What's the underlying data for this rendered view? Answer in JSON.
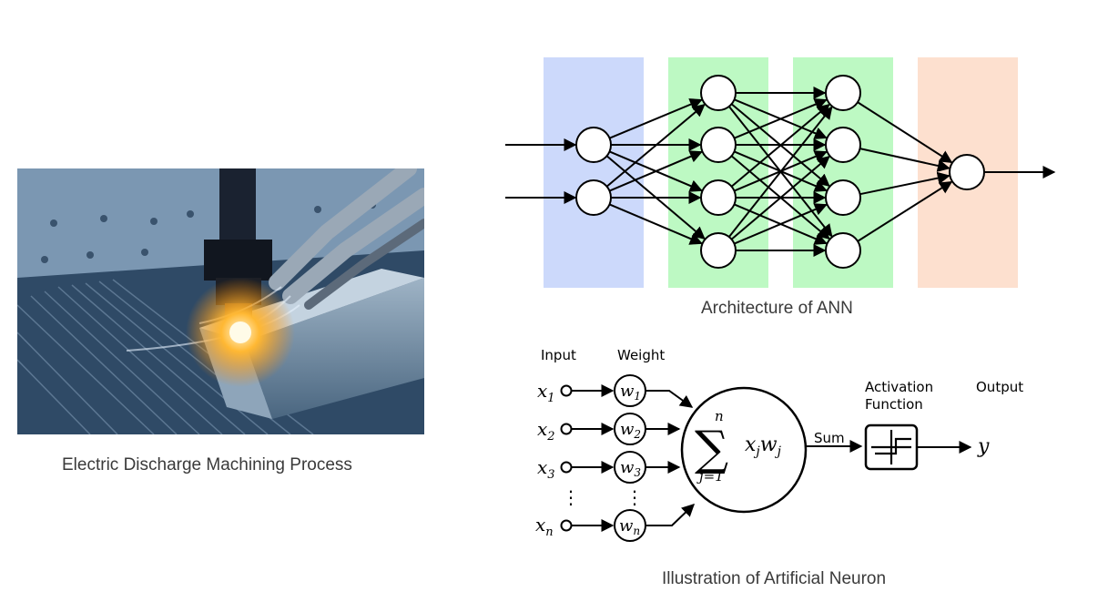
{
  "photo": {
    "caption": "Electric Discharge Machining Process"
  },
  "ann": {
    "caption": "Architecture of ANN",
    "layers": [
      {
        "nodes": 2,
        "color": "#ccd9fb"
      },
      {
        "nodes": 4,
        "color": "#bdf9c3"
      },
      {
        "nodes": 4,
        "color": "#bdf9c3"
      },
      {
        "nodes": 1,
        "color": "#fde0cf"
      }
    ]
  },
  "neuron": {
    "caption": "Illustration of Artificial Neuron",
    "input_header": "Input",
    "weight_header": "Weight",
    "activation_header_line1": "Activation",
    "activation_header_line2": "Function",
    "output_header": "Output",
    "sum_label": "Sum",
    "inputs": [
      "x1",
      "x2",
      "x3",
      "xn"
    ],
    "weights": [
      "w1",
      "w2",
      "w3",
      "wn"
    ],
    "ellipsis": "⋮",
    "sum_symbol": "∑",
    "sum_upper": "n",
    "sum_lower": "j=1",
    "sum_term": "xjwj",
    "output_symbol": "y"
  }
}
